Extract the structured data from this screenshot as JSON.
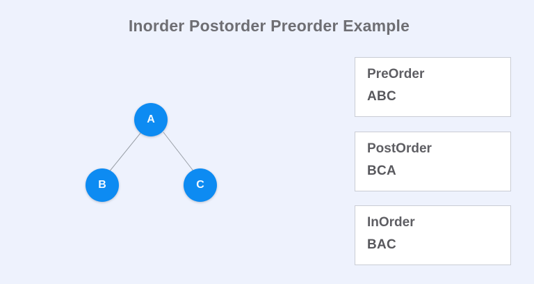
{
  "page": {
    "title": "Inorder Postorder Preorder Example",
    "background_color": "#eef2fd"
  },
  "tree": {
    "node_color": "#0d8bf2",
    "node_label_color": "#f2f9ff",
    "edge_color": "#9aa0a8",
    "nodes": [
      {
        "id": "a",
        "label": "A"
      },
      {
        "id": "b",
        "label": "B"
      },
      {
        "id": "c",
        "label": "C"
      }
    ],
    "edges": [
      {
        "from": "A",
        "to": "B"
      },
      {
        "from": "A",
        "to": "C"
      }
    ]
  },
  "panels": [
    {
      "title": "PreOrder",
      "value": "ABC"
    },
    {
      "title": "PostOrder",
      "value": "BCA"
    },
    {
      "title": "InOrder",
      "value": "BAC"
    }
  ]
}
